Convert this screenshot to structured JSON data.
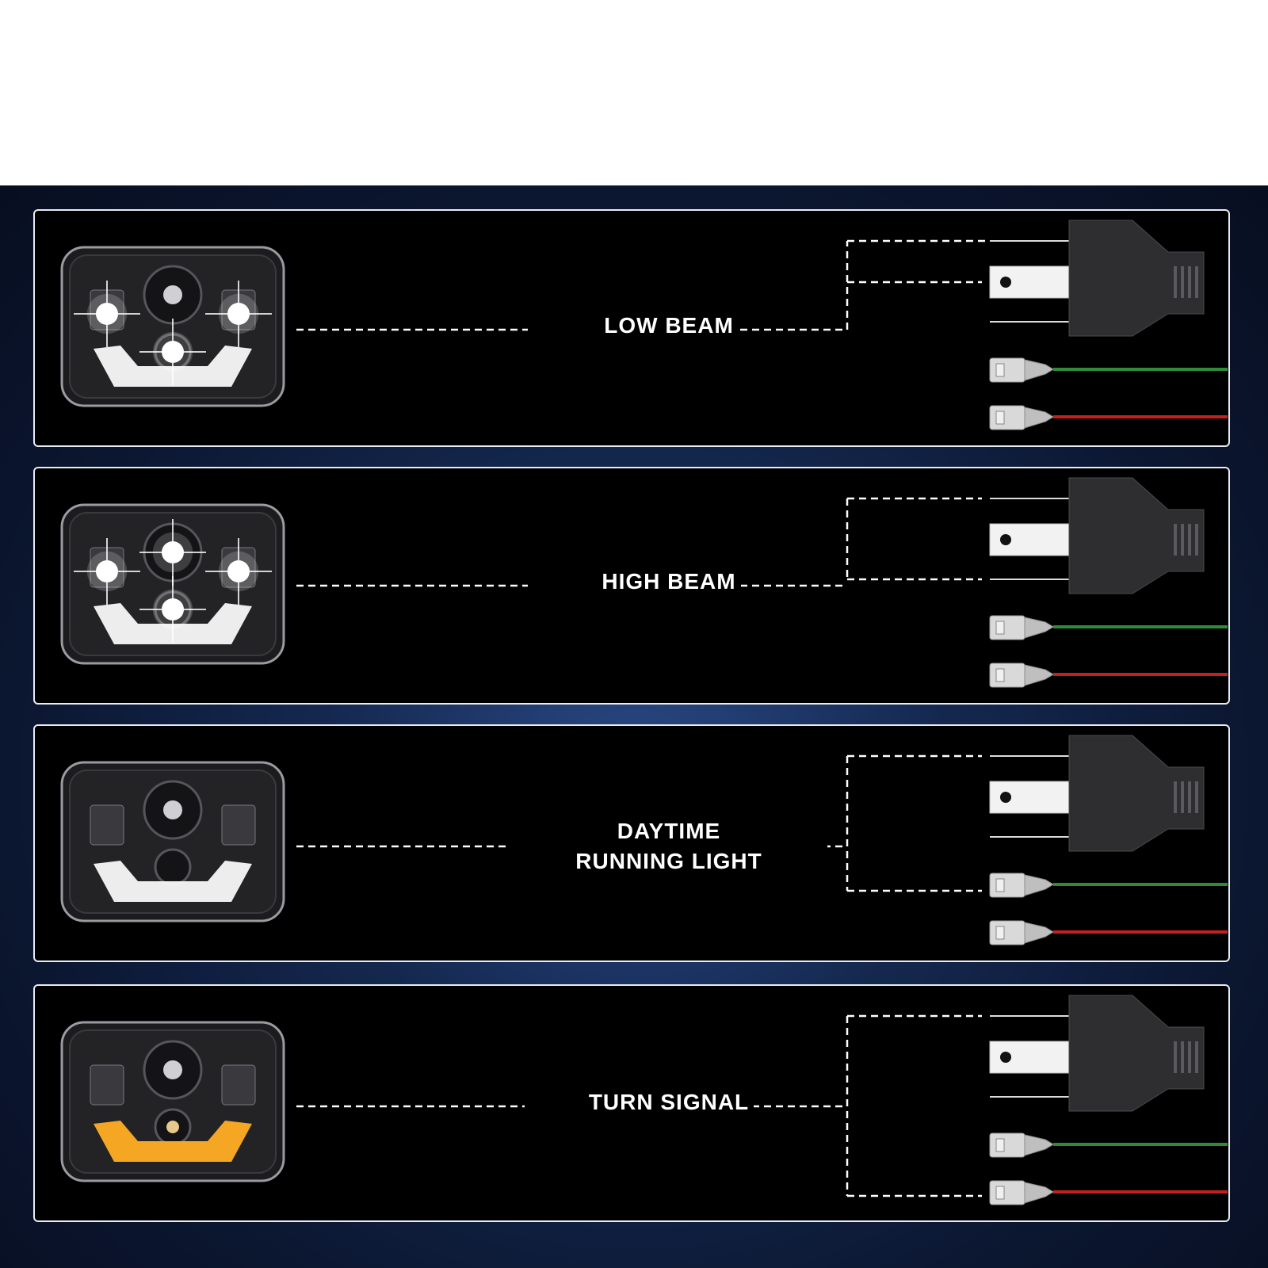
{
  "modes": [
    {
      "id": "low-beam",
      "label_lines": [
        "LOW BEAM"
      ],
      "drl_color": "#ffffff",
      "connect": "terminal-2"
    },
    {
      "id": "high-beam",
      "label_lines": [
        "HIGH BEAM"
      ],
      "drl_color": "#ffffff",
      "connect": "terminals-1-3"
    },
    {
      "id": "daytime-running-light",
      "label_lines": [
        "DAYTIME",
        "RUNNING LIGHT"
      ],
      "drl_color": "#ffffff",
      "connect": "terminal-1-green-wire"
    },
    {
      "id": "turn-signal",
      "label_lines": [
        "TURN SIGNAL"
      ],
      "drl_color": "#f5a623",
      "connect": "terminal-1-red-wire"
    }
  ],
  "wire_colors": {
    "green": "#2e8b3a",
    "red": "#c42020"
  },
  "icons": {
    "headlight": "headlight-icon",
    "plug": "h4-plug-icon",
    "connector": "spade-connector-icon"
  }
}
